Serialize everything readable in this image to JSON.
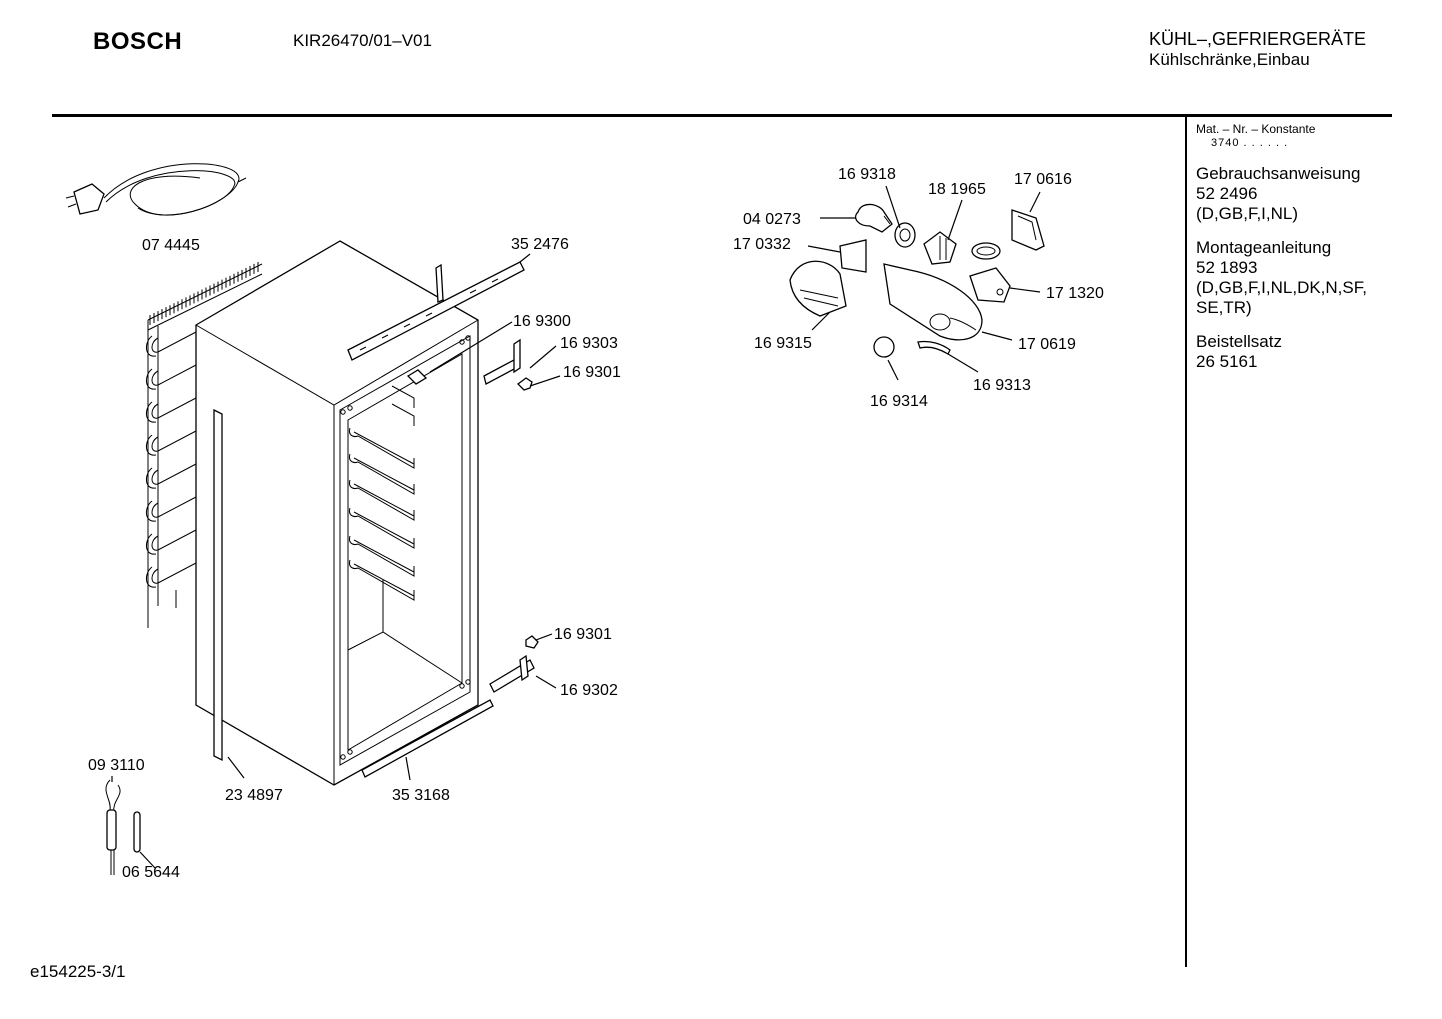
{
  "header": {
    "brand": "BOSCH",
    "model": "KIR26470/01–V01",
    "category_line1": "KÜHL–,GEFRIERGERÄTE",
    "category_line2": "Kühlschränke,Einbau"
  },
  "sidebar": {
    "mat_label": "Mat. – Nr. – Konstante",
    "mat_value": "3740 . . . . . .",
    "sections": [
      {
        "title": "Gebrauchsanweisung",
        "number": "52 2496",
        "langs": "(D,GB,F,I,NL)"
      },
      {
        "title": "Montageanleitung",
        "number": "52 1893",
        "langs": "(D,GB,F,I,NL,DK,N,SF, SE,TR)"
      },
      {
        "title": "Beistellsatz",
        "number": "26 5161",
        "langs": ""
      }
    ]
  },
  "footer": {
    "code": "e154225-3/1"
  },
  "parts": {
    "p074445": "07 4445",
    "p352476": "35 2476",
    "p169300": "16 9300",
    "p169303": "16 9303",
    "p169301a": "16 9301",
    "p169301b": "16 9301",
    "p169302": "16 9302",
    "p234897": "23 4897",
    "p353168": "35 3168",
    "p093110": "09 3110",
    "p065644": "06 5644",
    "p169318": "16 9318",
    "p181965": "18 1965",
    "p170616": "17 0616",
    "p040273": "04 0273",
    "p170332": "17 0332",
    "p171320": "17 1320",
    "p169315": "16 9315",
    "p170619": "17 0619",
    "p169313": "16 9313",
    "p169314": "16 9314"
  }
}
